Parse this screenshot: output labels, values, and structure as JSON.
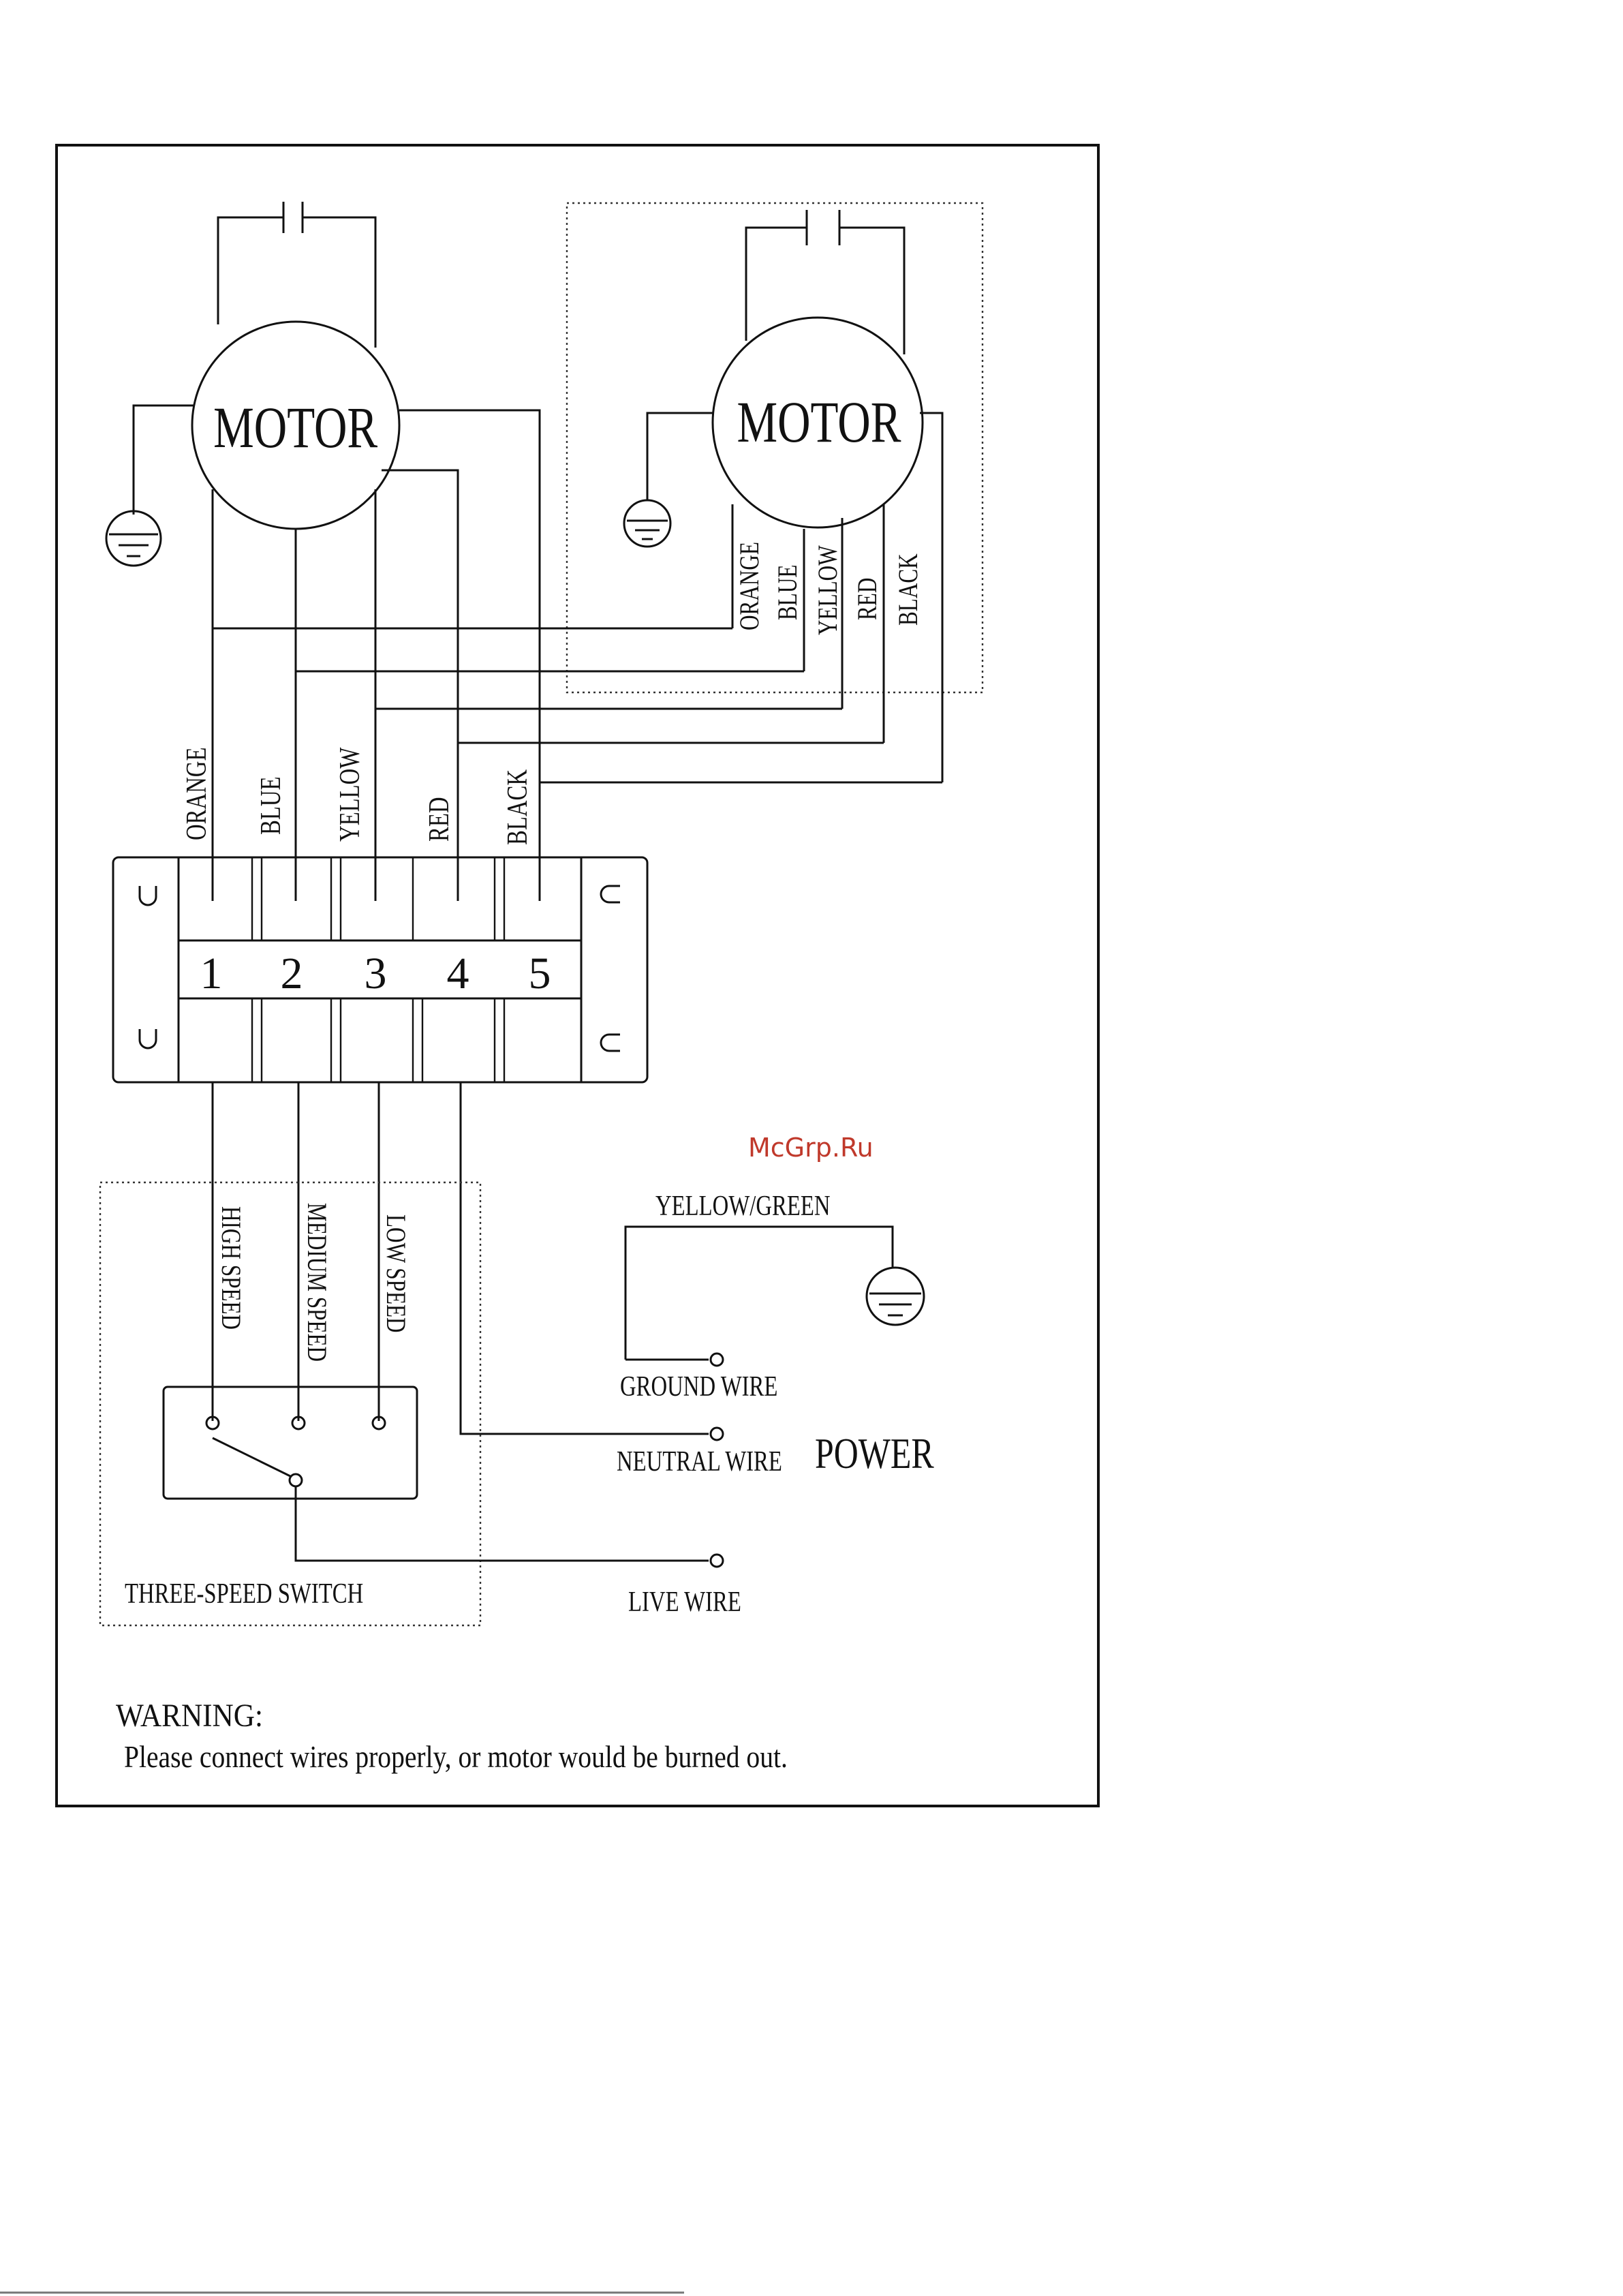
{
  "motors": [
    {
      "label": "MOTOR"
    },
    {
      "label": "MOTOR"
    }
  ],
  "wire_colors": [
    "ORANGE",
    "BLUE",
    "YELLOW",
    "RED",
    "BLACK"
  ],
  "terminal_numbers": [
    "1",
    "2",
    "3",
    "4",
    "5"
  ],
  "switch_positions": [
    "HIGH SPEED",
    "MEDIUM SPEED",
    "LOW SPEED"
  ],
  "switch_label": "THREE-SPEED SWITCH",
  "power": {
    "earth_wire_label": "YELLOW/GREEN",
    "ground_wire_label": "GROUND WIRE",
    "neutral_wire_label": "NEUTRAL WIRE",
    "live_wire_label": "LIVE WIRE",
    "power_label": "POWER"
  },
  "warning": {
    "title": "WARNING:",
    "text": "Please connect wires properly, or motor would be burned out."
  },
  "watermark": "McGrp.Ru",
  "icons": [
    "ground-icon",
    "capacitor-icon",
    "connector-hook-icon"
  ],
  "colors": {
    "ink": "#111111",
    "watermark": "#c0392b",
    "background": "#ffffff"
  }
}
